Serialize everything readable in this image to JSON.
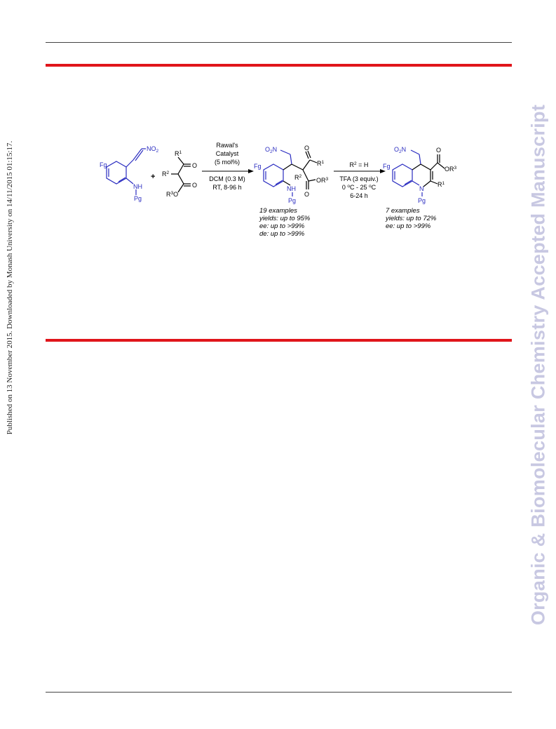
{
  "side_note": "Published on 13 November 2015. Downloaded by Monash University on 14/11/2015 01:15:17.",
  "watermark": "Organic & Biomolecular Chemistry Accepted Manuscript",
  "scheme": {
    "reactant1": {
      "fg": "Fg",
      "nh": "NH",
      "pg": "Pg",
      "no2": "NO",
      "no2_sub": "2"
    },
    "plus": "+",
    "reactant2": {
      "r1": "R",
      "r1_sup": "1",
      "r2": "R",
      "r2_sup": "2",
      "o1": "O",
      "o2": "O",
      "r3o": "R",
      "r3o_sup": "3",
      "r3o_o": "O"
    },
    "arrow1": {
      "line1": "Rawal's",
      "line2": "Catalyst",
      "line3": "(5 mol%)",
      "line4": "DCM (0.3 M)",
      "line5": "RT, 8-96 h"
    },
    "product1": {
      "o2n": "O",
      "o2n_sub": "2",
      "o2n_n": "N",
      "fg": "Fg",
      "r1": "R",
      "r1_sup": "1",
      "r2": "R",
      "r2_sup": "2",
      "o_keto": "O",
      "o_ester": "O",
      "or3": "OR",
      "or3_sup": "3",
      "nh": "NH",
      "pg": "Pg",
      "stats": [
        "19 examples",
        "yields: up to 95%",
        "ee: up to >99%",
        "de: up to >99%"
      ]
    },
    "arrow2": {
      "line1": "R",
      "line1_sup": "2",
      "line1_rest": " = H",
      "line2": "TFA (3 equiv.)",
      "line3": "0 ",
      "line3_sup": "o",
      "line3_mid": "C - 25 ",
      "line3_sup2": "o",
      "line3_end": "C",
      "line4": "6-24 h"
    },
    "product2": {
      "o2n": "O",
      "o2n_sub": "2",
      "o2n_n": "N",
      "fg": "Fg",
      "o": "O",
      "or3": "OR",
      "or3_sup": "3",
      "n": "N",
      "pg": "Pg",
      "r1": "R",
      "r1_sup": "1",
      "stats": [
        "7 examples",
        "yields: up to 72%",
        "ee: up to >99%"
      ]
    }
  }
}
